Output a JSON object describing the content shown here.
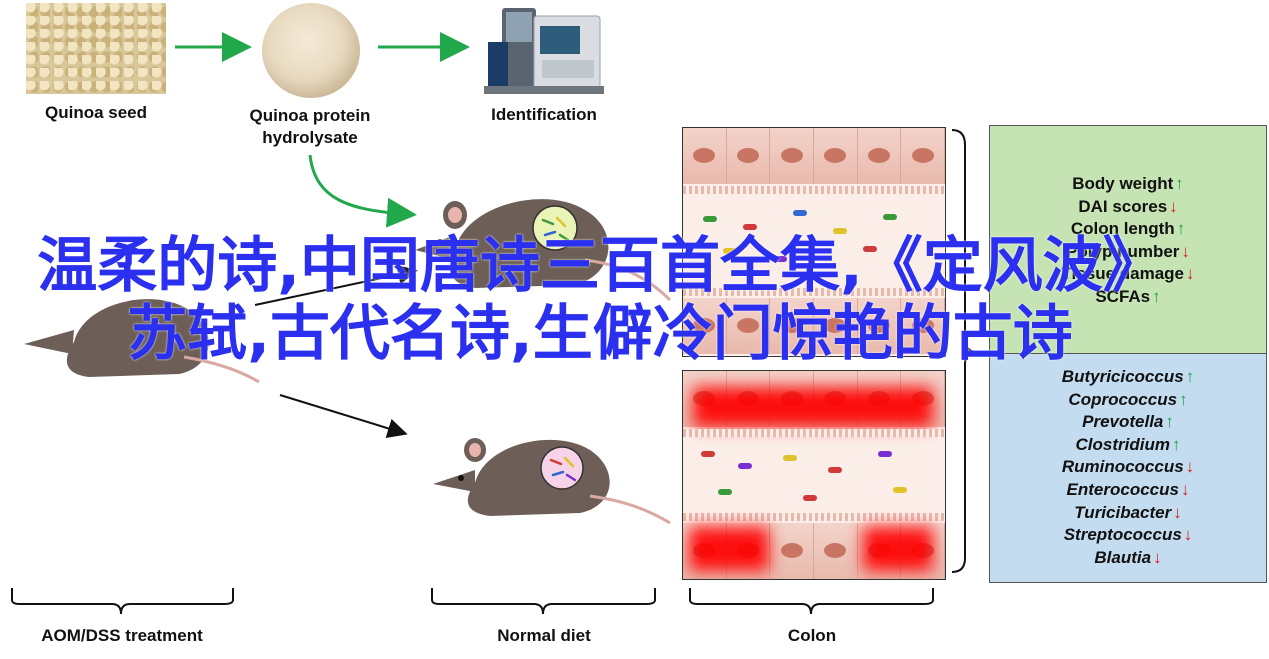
{
  "top_row": {
    "quinoa_seed": "Quinoa seed",
    "protein_line1": "Quinoa protein",
    "protein_line2": "hydrolysate",
    "identification": "Identification"
  },
  "bottom_labels": {
    "treatment": "AOM/DSS treatment",
    "normal_diet": "Normal diet",
    "colon": "Colon"
  },
  "indicators": [
    {
      "label": "Body weight",
      "trend": "↑",
      "dir": "up"
    },
    {
      "label": "DAI scores",
      "trend": "↓",
      "dir": "down"
    },
    {
      "label": "Colon length",
      "trend": "↑",
      "dir": "up"
    },
    {
      "label": "Polyp number",
      "trend": "↓",
      "dir": "down"
    },
    {
      "label": "Tissue damage",
      "trend": "↓",
      "dir": "down"
    },
    {
      "label": "SCFAs",
      "trend": "↑",
      "dir": "up"
    }
  ],
  "bacteria": [
    {
      "label": "Butyricicoccus",
      "trend": "↑",
      "dir": "up"
    },
    {
      "label": "Coprococcus",
      "trend": "↑",
      "dir": "up"
    },
    {
      "label": "Prevotella",
      "trend": "↑",
      "dir": "up"
    },
    {
      "label": "Clostridium",
      "trend": "↑",
      "dir": "up"
    },
    {
      "label": "Ruminococcus",
      "trend": "↓",
      "dir": "down"
    },
    {
      "label": "Enterococcus",
      "trend": "↓",
      "dir": "down"
    },
    {
      "label": "Turicibacter",
      "trend": "↓",
      "dir": "down"
    },
    {
      "label": "Streptococcus",
      "trend": "↓",
      "dir": "down"
    },
    {
      "label": "Blautia",
      "trend": "↓",
      "dir": "down"
    }
  ],
  "overlay_text": "温柔的诗,中国唐诗三百首全集,《定风波》苏轼,古代名诗,生僻冷门惊艳的古诗",
  "colors": {
    "arrow_green": "#21a84a",
    "panel_green": "#c6e3b3",
    "panel_blue": "#c4dcef",
    "overlay_blue": "#2a2ff0",
    "up": "#1ea34a",
    "down": "#d81e1e"
  }
}
